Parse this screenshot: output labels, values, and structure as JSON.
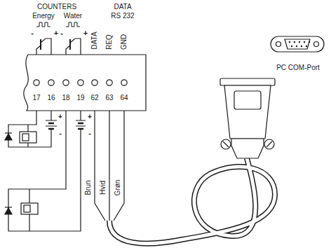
{
  "diagram": {
    "labels": [
      "COUNTERS",
      "DATA",
      "Energy",
      "Water",
      "RS 232",
      "-",
      "+",
      "-",
      "+",
      "DATA",
      "REQ",
      "GND",
      "17",
      "16",
      "18",
      "19",
      "62",
      "63",
      "64",
      "+",
      "-",
      "+",
      "-",
      "Brun",
      "Hvid",
      "Grøn",
      "PC COM-Port"
    ]
  }
}
